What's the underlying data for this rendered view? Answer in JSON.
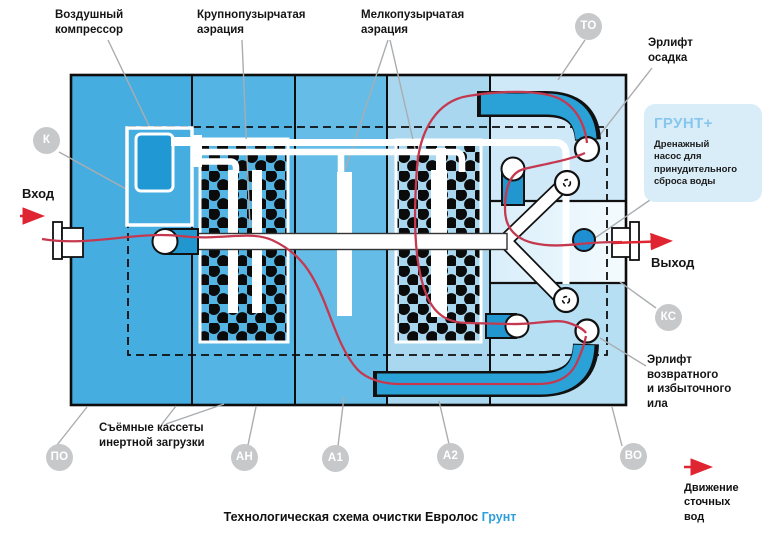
{
  "diagram": {
    "caption": {
      "text": "Технологическая схема очистки Евролос ",
      "brand": "Грунт"
    },
    "labels": {
      "compressor": "Воздушный\nкомпрессор",
      "coarse_aeration": "Крупнопузырчатая\nаэрация",
      "fine_aeration": "Мелкопузырчатая\nаэрация",
      "sludge_airlift": "Эрлифт\nосадка",
      "return_airlift": "Эрлифт\nвозвратного\nи избыточного\nила",
      "inert_cassettes": "Съёмные кассеты\nинертной загрузки",
      "inlet": "Вход",
      "outlet": "Выход",
      "flow_legend": "Движение\nсточных\nвод"
    },
    "grunt_box": {
      "title": "ГРУНТ+",
      "body": "Дренажный\nнасос для\nпринудительного\nсброса воды"
    },
    "badges": [
      {
        "id": "K",
        "label": "К"
      },
      {
        "id": "TO",
        "label": "ТО"
      },
      {
        "id": "KS",
        "label": "КС"
      },
      {
        "id": "PO",
        "label": "ПО"
      },
      {
        "id": "AN",
        "label": "АН"
      },
      {
        "id": "A1",
        "label": "А1"
      },
      {
        "id": "A2",
        "label": "А2"
      },
      {
        "id": "VO",
        "label": "ВО"
      }
    ],
    "colors": {
      "chamber1": "#46ade0",
      "chamber2": "#54b4e4",
      "chamber3": "#65bde7",
      "chamber4": "#a9d7f0",
      "chamber5_top": "#cfe9f8",
      "chamber5_bottom": "#b7dff4",
      "pipe_blue": "#2aa2d8",
      "equipment_blue": "#2196cf",
      "pump_blue": "#1f8fd1",
      "flow_red": "#c4394f",
      "arrow_red": "#e02532",
      "badge_gray": "#c6c8ca",
      "grunt_accent": "#86c7ed",
      "brand_blue": "#2f9fdb"
    }
  }
}
